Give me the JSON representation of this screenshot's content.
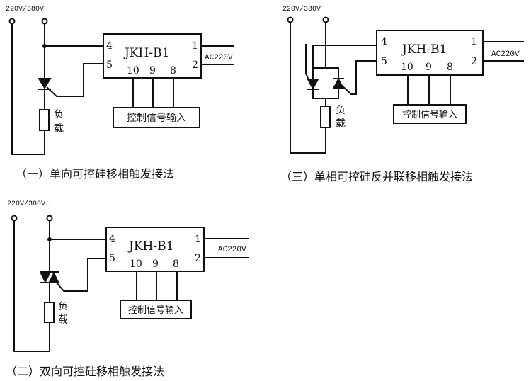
{
  "diagrams": [
    {
      "supply_label": "220V/380V~",
      "module_name": "JKH-B1",
      "pins": {
        "p4": "4",
        "p5": "5",
        "p1": "1",
        "p2": "2",
        "p10": "10",
        "p9": "9",
        "p8": "8"
      },
      "ac_label": "AC220V",
      "control_label": "控制信号输入",
      "load_label_1": "负",
      "load_label_2": "载",
      "caption": "（一）单向可控硅移相触发接法"
    },
    {
      "supply_label": "220V/380V~",
      "module_name": "JKH-B1",
      "pins": {
        "p4": "4",
        "p5": "5",
        "p1": "1",
        "p2": "2",
        "p10": "10",
        "p9": "9",
        "p8": "8"
      },
      "ac_label": "AC220V",
      "control_label": "控制信号输入",
      "load_label_1": "负",
      "load_label_2": "载",
      "caption": "（二）双向可控硅移相触发接法"
    },
    {
      "supply_label": "220V/380V~",
      "module_name": "JKH-B1",
      "pins": {
        "p4": "4",
        "p5": "5",
        "p1": "1",
        "p2": "2",
        "p10": "10",
        "p9": "9",
        "p8": "8"
      },
      "ac_label": "AC220V",
      "control_label": "控制信号输入",
      "load_label_1": "负",
      "load_label_2": "载",
      "caption": "（三）单相可控硅反并联移相触发接法"
    }
  ]
}
